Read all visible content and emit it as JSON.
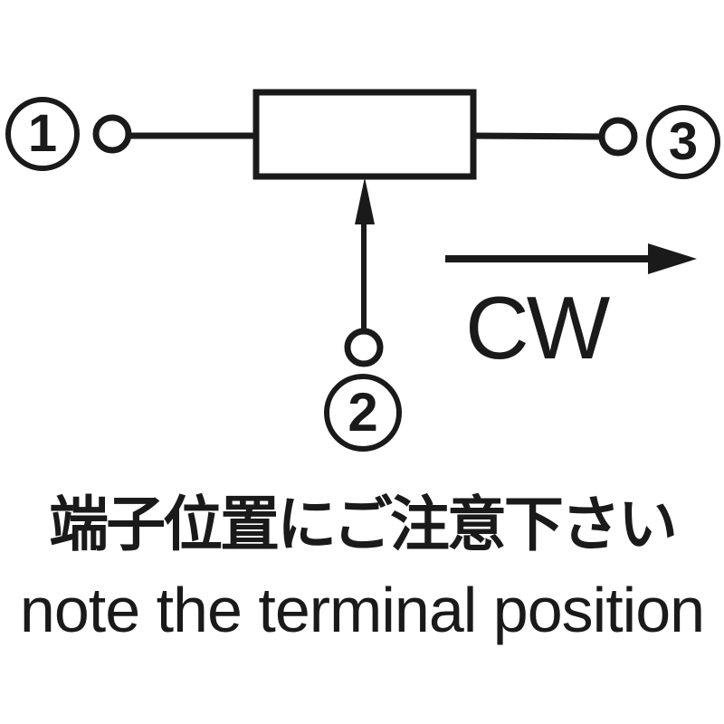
{
  "schematic": {
    "terminals": [
      {
        "label": "1",
        "position": "left"
      },
      {
        "label": "2",
        "position": "bottom-wiper"
      },
      {
        "label": "3",
        "position": "right"
      }
    ],
    "rotation_label": "CW"
  },
  "captions": {
    "japanese": "端子位置にご注意下さい",
    "english": "note the terminal position"
  },
  "colors": {
    "ink": "#1a1a1a",
    "background": "#ffffff"
  }
}
